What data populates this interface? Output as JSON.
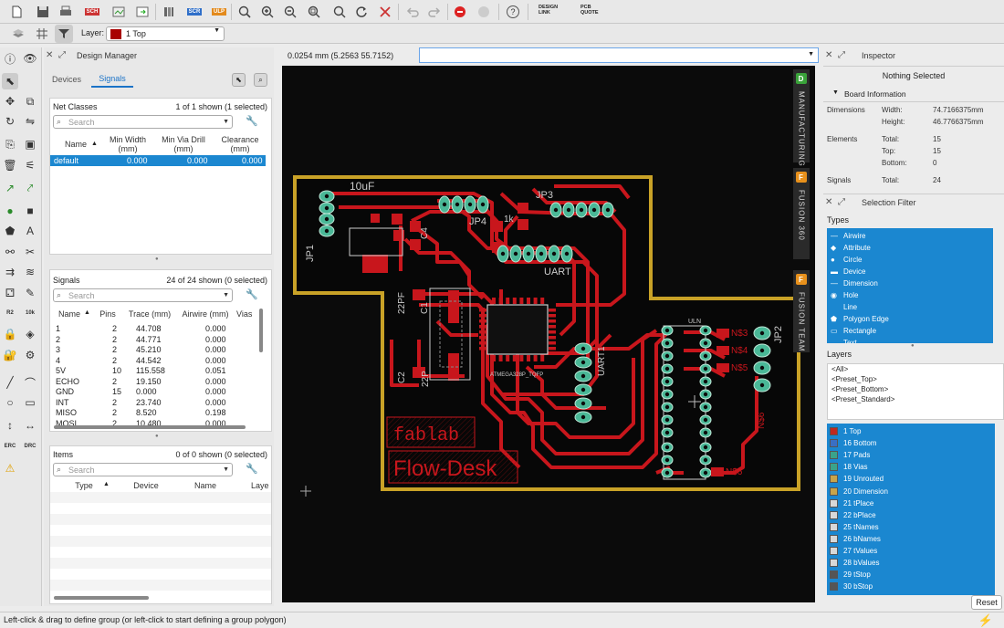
{
  "toolbar": {
    "icons": [
      "new-file-icon",
      "save-icon",
      "print-icon",
      "sch-icon",
      "cam-icon",
      "export-icon",
      "library-icon",
      "scr-icon",
      "ulp-icon",
      "zoom-fit-icon",
      "zoom-in-icon",
      "zoom-out-icon",
      "zoom-select-icon",
      "zoom-last-icon",
      "redraw-icon",
      "ratsnest-icon",
      "undo-icon",
      "redo-icon",
      "stop-icon",
      "go-icon",
      "help-icon"
    ],
    "sch_label": "SCH",
    "scr_label": "SCR",
    "ulp_label": "ULP",
    "help_label": "?",
    "design_link_label": "DESIGN\nLINK",
    "pcb_quote_label": "PCB\nQUOTE"
  },
  "layer_bar": {
    "label": "Layer:",
    "selected_layer": "1 Top",
    "selected_color": "#a80000"
  },
  "design_manager": {
    "title": "Design Manager",
    "tabs": [
      "Devices",
      "Signals"
    ],
    "active_tab": "Signals",
    "net_classes": {
      "label": "Net Classes",
      "count": "1 of 1 shown (1 selected)",
      "search_placeholder": "Search",
      "headers": [
        "Name",
        "Min Width\n(mm)",
        "Min Via Drill\n(mm)",
        "Clearance\n(mm)"
      ],
      "rows": [
        [
          "default",
          "0.000",
          "0.000",
          "0.000"
        ]
      ]
    },
    "signals": {
      "label": "Signals",
      "count": "24 of 24 shown (0 selected)",
      "search_placeholder": "Search",
      "headers": [
        "Name",
        "Pins",
        "Trace (mm)",
        "Airwire (mm)",
        "Vias"
      ],
      "rows": [
        [
          "1",
          "2",
          "44.708",
          "0.000"
        ],
        [
          "2",
          "2",
          "44.771",
          "0.000"
        ],
        [
          "3",
          "2",
          "45.210",
          "0.000"
        ],
        [
          "4",
          "2",
          "44.542",
          "0.000"
        ],
        [
          "5V",
          "10",
          "115.558",
          "0.051"
        ],
        [
          "ECHO",
          "2",
          "19.150",
          "0.000"
        ],
        [
          "GND",
          "15",
          "0.000",
          "0.000"
        ],
        [
          "INT",
          "2",
          "23.740",
          "0.000"
        ],
        [
          "MISO",
          "2",
          "8.520",
          "0.198"
        ],
        [
          "MOSI",
          "2",
          "10.480",
          "0.000"
        ]
      ]
    },
    "items": {
      "label": "Items",
      "count": "0 of 0 shown (0 selected)",
      "search_placeholder": "Search",
      "headers": [
        "Type",
        "Device",
        "Name",
        "Layer"
      ]
    }
  },
  "canvas": {
    "coord_readout": "0.0254 mm (5.2563 55.7152)",
    "side_tabs": [
      "MANUFACTURING",
      "FUSION 360",
      "FUSION TEAM"
    ],
    "board_labels": {
      "fablab": "fablab",
      "flowdesk": "Flow-Desk",
      "cap_10uf": "10uF",
      "jp1": "JP1",
      "jp2": "JP2",
      "jp3": "JP3",
      "jp4": "JP4",
      "c4": "C4",
      "c1": "C1",
      "c2": "C2",
      "r1k": "1k",
      "uart": "UART",
      "uart1": "UART1",
      "pf22": "22PF",
      "pf22b": "22P",
      "n3": "N$3",
      "n4": "N$4",
      "n5": "N$5",
      "n6": "N$6",
      "n56": "N$6",
      "u_label": "ATMEGA328P_TQFP",
      "uln": "ULN"
    }
  },
  "inspector": {
    "title": "Inspector",
    "nothing_selected": "Nothing Selected",
    "board_info_label": "Board Information",
    "dimensions_label": "Dimensions",
    "width_label": "Width:",
    "width_value": "74.7166375mm",
    "height_label": "Height:",
    "height_value": "46.7766375mm",
    "elements_label": "Elements",
    "total_label": "Total:",
    "total_value": "15",
    "top_label": "Top:",
    "top_value": "15",
    "bottom_label": "Bottom:",
    "bottom_value": "0",
    "signals_label": "Signals",
    "signals_total_label": "Total:",
    "signals_total_value": "24"
  },
  "selection_filter": {
    "title": "Selection Filter",
    "types_label": "Types",
    "types": [
      "Airwire",
      "Attribute",
      "Circle",
      "Device",
      "Dimension",
      "Hole",
      "Line",
      "Polygon Edge",
      "Rectangle",
      "Text"
    ],
    "layers_label": "Layers",
    "presets": [
      "<All>",
      "<Preset_Top>",
      "<Preset_Bottom>",
      "<Preset_Standard>"
    ],
    "layers": [
      {
        "name": "1 Top",
        "color": "#c0281e"
      },
      {
        "name": "16 Bottom",
        "color": "#3a6fc4"
      },
      {
        "name": "17 Pads",
        "color": "#3aa38a"
      },
      {
        "name": "18 Vias",
        "color": "#3aa38a"
      },
      {
        "name": "19 Unrouted",
        "color": "#c8a44a"
      },
      {
        "name": "20 Dimension",
        "color": "#c8a44a"
      },
      {
        "name": "21 tPlace",
        "color": "#d8d8d8"
      },
      {
        "name": "22 bPlace",
        "color": "#d8d8d8"
      },
      {
        "name": "25 tNames",
        "color": "#d8d8d8"
      },
      {
        "name": "26 bNames",
        "color": "#d8d8d8"
      },
      {
        "name": "27 tValues",
        "color": "#d8d8d8"
      },
      {
        "name": "28 bValues",
        "color": "#d8d8d8"
      },
      {
        "name": "29 tStop",
        "color": "#555555"
      },
      {
        "name": "30 bStop",
        "color": "#555555"
      }
    ],
    "reset_label": "Reset"
  },
  "status": {
    "message": "Left-click & drag to define group (or left-click to start defining a group polygon)"
  }
}
